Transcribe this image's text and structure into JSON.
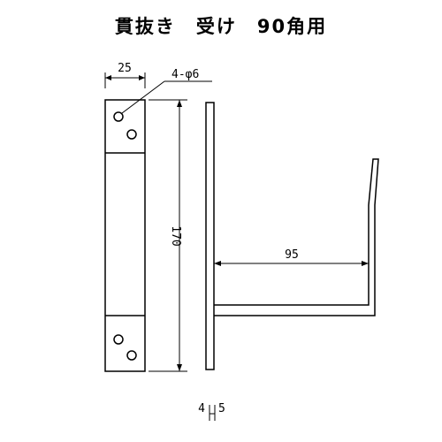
{
  "title": "貫抜き　受け　90角用",
  "dimensions": {
    "width": "25",
    "holes": "4-φ6",
    "height": "170",
    "arm_length": "95",
    "thickness_a": "4",
    "thickness_b": "5"
  }
}
